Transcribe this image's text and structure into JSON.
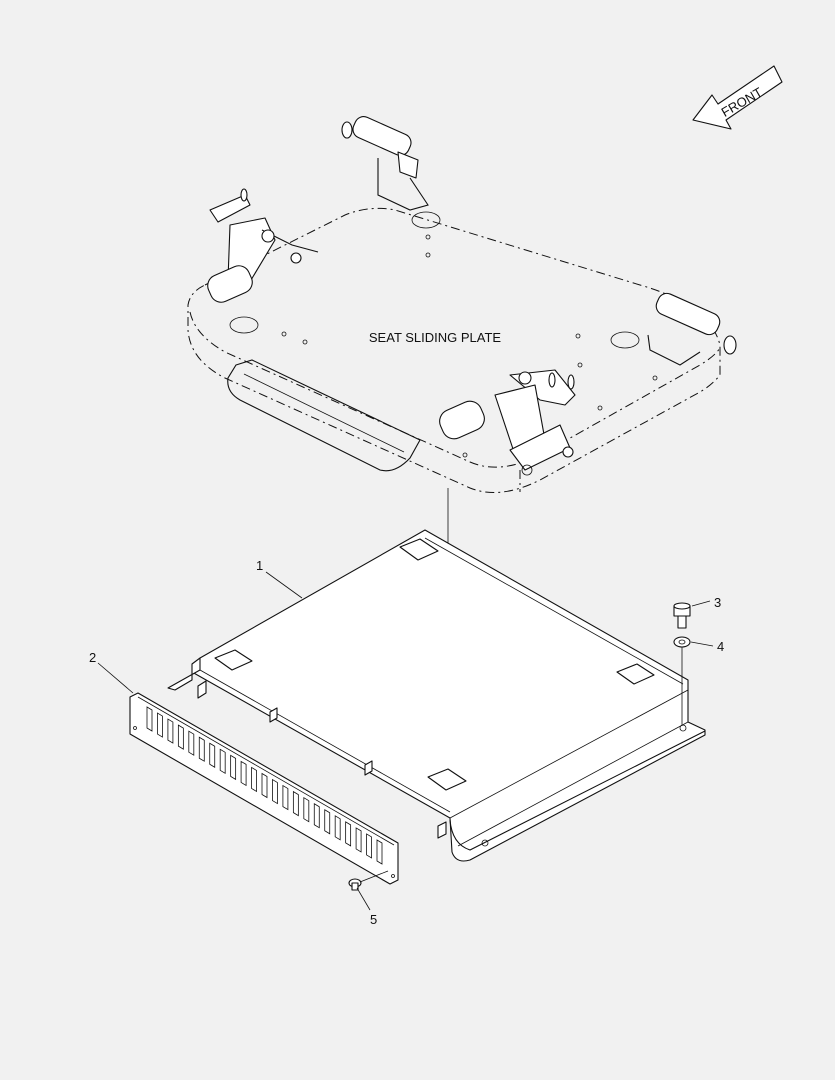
{
  "diagram": {
    "direction_label": "FRONT",
    "assembly_label": "SEAT SLIDING PLATE",
    "callouts": [
      {
        "id": "1",
        "text": "1"
      },
      {
        "id": "2",
        "text": "2"
      },
      {
        "id": "3",
        "text": "3"
      },
      {
        "id": "4",
        "text": "4"
      },
      {
        "id": "5",
        "text": "5"
      }
    ]
  }
}
